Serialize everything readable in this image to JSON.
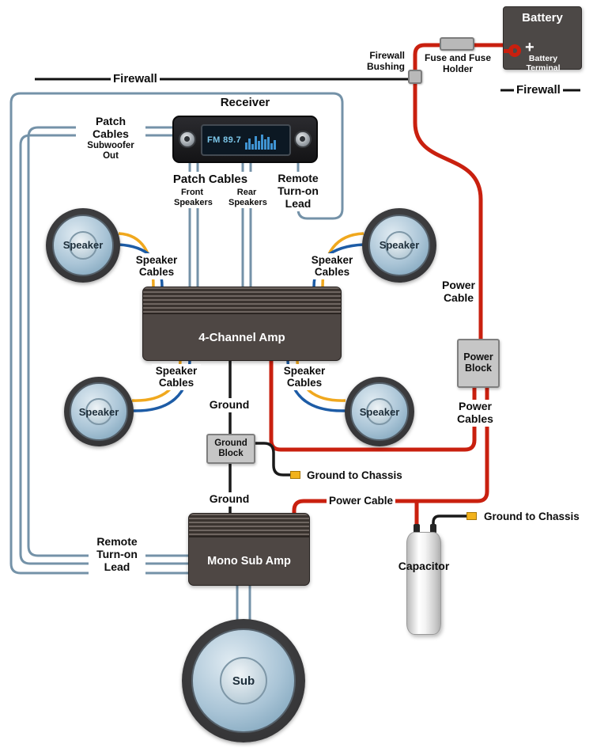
{
  "colors": {
    "power_wire": "#c9200f",
    "speaker_wire_yellow": "#f0a81e",
    "speaker_wire_blue": "#1d5ca6",
    "signal_wire": "#7492a8",
    "ground_wire": "#1a1a1a"
  },
  "battery": {
    "label": "Battery",
    "terminal_label": "Battery Terminal",
    "plus_symbol": "+"
  },
  "fuse_holder": {
    "label": "Fuse and Fuse Holder"
  },
  "firewall": {
    "label_left": "Firewall",
    "label_right": "Firewall"
  },
  "firewall_bushing": {
    "label": "Firewall Bushing"
  },
  "receiver": {
    "label": "Receiver",
    "display_station": "FM 89.7"
  },
  "subwoofer_out": {
    "label": "Patch Cables",
    "sublabel": "Subwoofer Out"
  },
  "patch_cables": {
    "label": "Patch Cables",
    "front_label": "Front Speakers",
    "rear_label": "Rear Speakers"
  },
  "remote_turn_on_top": {
    "label": "Remote Turn-on Lead"
  },
  "remote_turn_on_bottom": {
    "label": "Remote Turn-on Lead"
  },
  "speakers": {
    "front_left": {
      "label": "Speaker"
    },
    "front_right": {
      "label": "Speaker"
    },
    "rear_left": {
      "label": "Speaker"
    },
    "rear_right": {
      "label": "Speaker"
    }
  },
  "speaker_cables": {
    "front_left": "Speaker Cables",
    "front_right": "Speaker Cables",
    "rear_left": "Speaker Cables",
    "rear_right": "Speaker Cables"
  },
  "four_channel_amp": {
    "label": "4-Channel Amp"
  },
  "power": {
    "cable_top_label": "Power Cable",
    "block_label": "Power Block",
    "cables_label": "Power Cables",
    "cable_bottom_label": "Power Cable"
  },
  "ground": {
    "upper_label": "Ground",
    "block_label": "Ground Block",
    "to_chassis_left": "Ground to Chassis",
    "lower_label": "Ground",
    "to_chassis_right": "Ground to Chassis"
  },
  "mono_sub_amp": {
    "label": "Mono Sub Amp"
  },
  "capacitor": {
    "label": "Capacitor"
  },
  "subwoofer": {
    "label": "Sub"
  }
}
